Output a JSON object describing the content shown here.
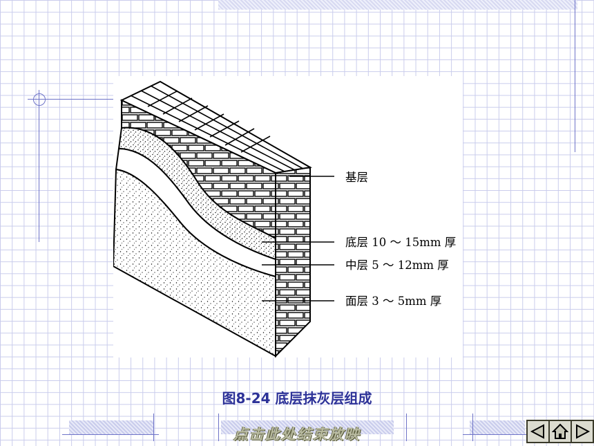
{
  "diagram": {
    "labels": {
      "base": "基层",
      "bottom_coat": "底层 10 ～ 15mm 厚",
      "middle_coat": "中层 5 ～ 12mm 厚",
      "surface_coat": "面层 3 ～ 5mm 厚"
    }
  },
  "caption": "图8-24  底层抹灰层组成",
  "footer": {
    "end_show": "点击此处结束放映"
  },
  "nav": {
    "back_icon": "triangle-left-icon",
    "home_icon": "home-icon",
    "forward_icon": "triangle-right-icon"
  },
  "colors": {
    "accent": "#2d3298",
    "grid": "#c9ccec"
  }
}
